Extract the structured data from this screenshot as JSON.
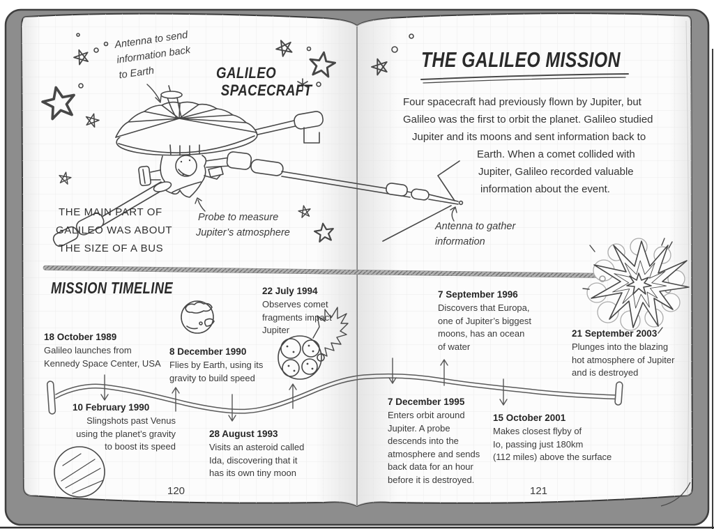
{
  "colors": {
    "cover_gray": "#8d8d8d",
    "page": "#fcfcfc",
    "grid_line": "#ececec",
    "ink": "#474747",
    "rope_gray": "#b3b3b3"
  },
  "left_page": {
    "page_number": "120",
    "spacecraft_title": [
      "GALILEO",
      "SPACECRAFT"
    ],
    "labels": {
      "antenna_send": [
        "Antenna to send",
        "information back",
        "to Earth"
      ],
      "probe": [
        "Probe to measure",
        "Jupiter’s atmosphere"
      ],
      "size_note": [
        "THE MAIN PART OF",
        "GALILEO WAS ABOUT",
        "THE SIZE OF A BUS"
      ]
    },
    "decorations": [
      "star-icon",
      "dot-icon",
      "asterisk-icon",
      "spacecraft-drawing"
    ]
  },
  "right_page": {
    "page_number": "121",
    "title": "THE GALILEO MISSION",
    "paragraph_lines": [
      "Four spacecraft had previously flown by Jupiter, but",
      "Galileo was the first to orbit the planet. Galileo studied",
      "Jupiter and its moons and sent information back to",
      "Earth. When a comet collided with",
      "Jupiter, Galileo recorded valuable",
      "information about the event."
    ],
    "labels": {
      "antenna_gather": [
        "Antenna to gather",
        "information"
      ]
    }
  },
  "timeline": {
    "heading": "MISSION TIMELINE",
    "events": [
      {
        "date": "18 October 1989",
        "lines": [
          "Galileo launches from",
          "Kennedy Space Center, USA"
        ]
      },
      {
        "date": "10 February 1990",
        "lines": [
          "Slingshots past Venus",
          "using the planet’s gravity",
          "to boost its speed"
        ]
      },
      {
        "date": "8 December 1990",
        "lines": [
          "Flies by Earth, using its",
          "gravity to build speed"
        ]
      },
      {
        "date": "28 August 1993",
        "lines": [
          "Visits an asteroid called",
          "Ida, discovering that it",
          "has its own tiny moon"
        ]
      },
      {
        "date": "22 July 1994",
        "lines": [
          "Observes comet",
          "fragments impact",
          "Jupiter"
        ]
      },
      {
        "date": "7 December 1995",
        "lines": [
          "Enters orbit around",
          "Jupiter. A probe",
          "descends into the",
          "atmosphere and sends",
          "back data for an hour",
          "before it is destroyed."
        ]
      },
      {
        "date": "7 September 1996",
        "lines": [
          "Discovers that Europa,",
          "one of Jupiter’s biggest",
          "moons, has an ocean",
          "of water"
        ]
      },
      {
        "date": "15 October 2001",
        "lines": [
          "Makes closest flyby of",
          "Io, passing just 180km",
          "(112 miles) above the surface"
        ]
      },
      {
        "date": "21 September 2003",
        "lines": [
          "Plunges into the blazing",
          "hot atmosphere of Jupiter",
          "and is destroyed"
        ]
      }
    ],
    "decorations": [
      "earth-icon",
      "comet-icon",
      "venus-icon",
      "explosion-icon",
      "wavy-timeline"
    ]
  }
}
